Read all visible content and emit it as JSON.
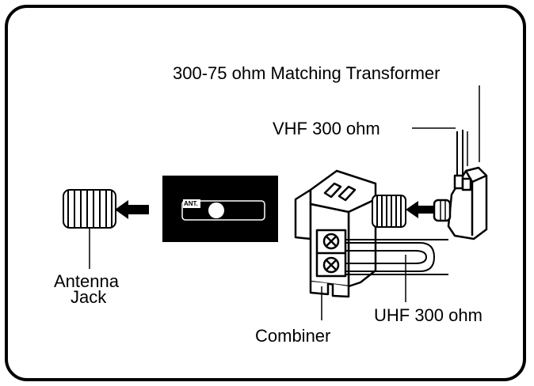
{
  "labels": {
    "transformer": "300-75 ohm Matching Transformer",
    "vhf": "VHF 300 ohm",
    "uhf": "UHF 300 ohm",
    "combiner": "Combiner",
    "antenna_jack_line1": "Antenna",
    "antenna_jack_line2": "Jack",
    "ant_panel": "ANT."
  },
  "colors": {
    "ink": "#000000",
    "paper": "#ffffff"
  }
}
